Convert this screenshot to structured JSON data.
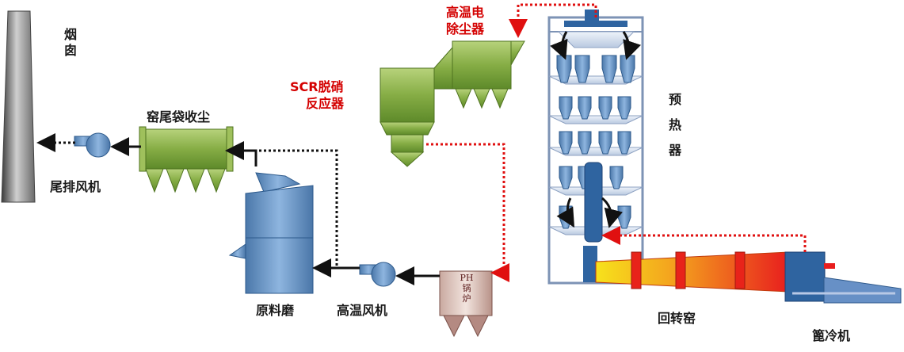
{
  "labels": {
    "chimney": "烟囱",
    "tail_fan": "尾排风机",
    "kiln_tail_baghouse": "窑尾袋收尘",
    "raw_mill": "原料磨",
    "high_temp_fan": "高温风机",
    "ph_boiler": "PH锅炉",
    "scr_reactor_line1": "SCR脱硝",
    "scr_reactor_line2": "反应器",
    "esp_line1": "高温电",
    "esp_line2": "除尘器",
    "preheater": "预热器",
    "rotary_kiln": "回转窑",
    "cooler": "篦冷机"
  },
  "colors": {
    "flow_black": "#111111",
    "flow_red": "#e01010",
    "label_red": "#d40000",
    "green_equipment": "#7faa3c",
    "blue_equipment": "#5d8fc4",
    "kiln_hot": "#e8201a",
    "kiln_cool": "#f5d31c"
  }
}
